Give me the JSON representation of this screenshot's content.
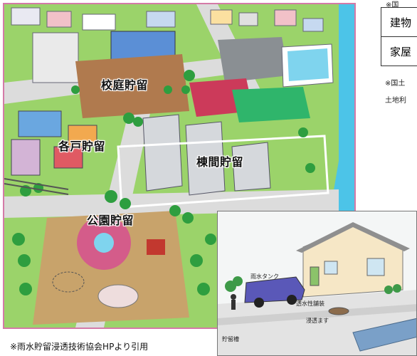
{
  "illustration": {
    "labels": {
      "schoolyard": "校庭貯留",
      "household": "各戸貯留",
      "between_buildings": "棟間貯留",
      "park": "公園貯留"
    },
    "citation": "※雨水貯留浸透技術協会HPより引用"
  },
  "inset": {
    "labels": {
      "rain_tank": "雨水タンク",
      "permeable_pavement": "透水性舗装",
      "infiltration_basin": "浸透ます",
      "storage_tank": "貯留槽"
    }
  },
  "side_panel": {
    "header_note": "※国",
    "rows": [
      "建物",
      "家屋"
    ],
    "note_line1": "※国土",
    "note_line2": "土地利"
  },
  "colors": {
    "frame_border": "#d47aa7",
    "grass": "#9bd36a",
    "road": "#d9d9d9"
  }
}
